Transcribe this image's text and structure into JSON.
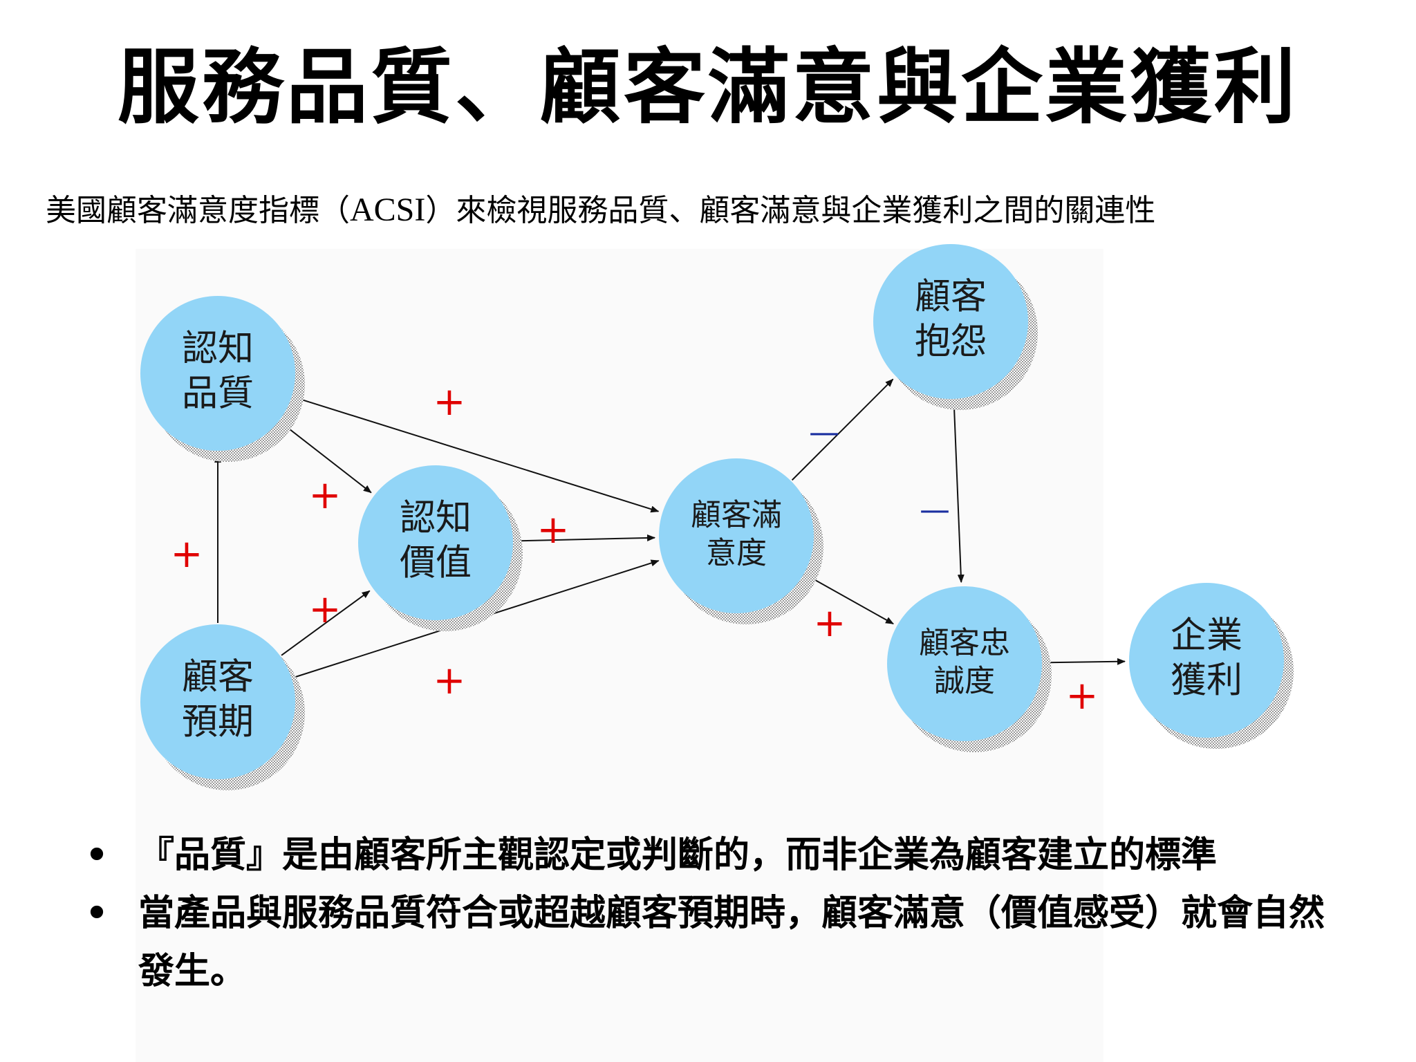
{
  "title": "服務品質、顧客滿意與企業獲利",
  "subtitle": {
    "before": "美國顧客滿意度指標（",
    "acronym": "ACSI",
    "after": "）來檢視服務品質、顧客滿意與企業獲利之間的關連性"
  },
  "diagram": {
    "nodes": [
      {
        "id": "perceived-quality",
        "lines": [
          "認知",
          "品質"
        ]
      },
      {
        "id": "perceived-value",
        "lines": [
          "認知",
          "價值"
        ]
      },
      {
        "id": "customer-expectation",
        "lines": [
          "顧客",
          "預期"
        ]
      },
      {
        "id": "customer-satisfaction",
        "lines": [
          "顧客滿",
          "意度"
        ]
      },
      {
        "id": "customer-complaint",
        "lines": [
          "顧客",
          "抱怨"
        ]
      },
      {
        "id": "customer-loyalty",
        "lines": [
          "顧客忠",
          "誠度"
        ]
      },
      {
        "id": "corporate-profit",
        "lines": [
          "企業",
          "獲利"
        ]
      }
    ],
    "edges": [
      {
        "from": "perceived-quality",
        "to": "perceived-value",
        "sign": "+"
      },
      {
        "from": "perceived-quality",
        "to": "customer-satisfaction",
        "sign": "+"
      },
      {
        "from": "customer-expectation",
        "to": "perceived-quality",
        "sign": "+"
      },
      {
        "from": "customer-expectation",
        "to": "perceived-value",
        "sign": "+"
      },
      {
        "from": "customer-expectation",
        "to": "customer-satisfaction",
        "sign": "+"
      },
      {
        "from": "perceived-value",
        "to": "customer-satisfaction",
        "sign": "+"
      },
      {
        "from": "customer-satisfaction",
        "to": "customer-complaint",
        "sign": "—"
      },
      {
        "from": "customer-satisfaction",
        "to": "customer-loyalty",
        "sign": "+"
      },
      {
        "from": "customer-complaint",
        "to": "customer-loyalty",
        "sign": "—"
      },
      {
        "from": "customer-loyalty",
        "to": "corporate-profit",
        "sign": "+"
      }
    ],
    "colors": {
      "node_fill": "#92d5f7",
      "plus": "#e00000",
      "minus": "#1a2fa0"
    }
  },
  "bullets": [
    {
      "text": "『品質』是由顧客所主觀認定或判斷的，而非企業為顧客建立的標準"
    },
    {
      "text": "當產品與服務品質符合或超越顧客預期時，顧客滿意（價值感受）就會自然發生。"
    }
  ],
  "bullet_symbol": "•"
}
